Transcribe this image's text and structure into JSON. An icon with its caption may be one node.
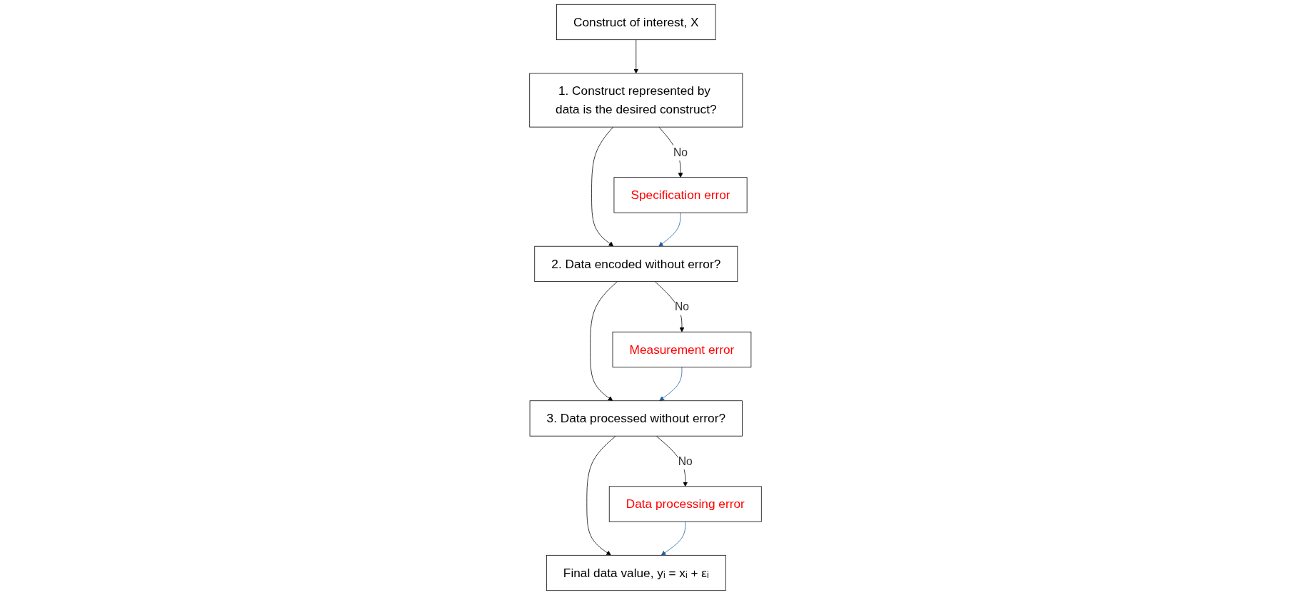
{
  "diagram": {
    "nodes": [
      {
        "text": [
          "Construct of interest, X"
        ]
      },
      {
        "text": [
          "1. Construct represented by data is the desired construct?"
        ]
      },
      {
        "text": [
          "Specification error"
        ]
      },
      {
        "text": [
          "2. Data encoded without error?"
        ]
      },
      {
        "text": [
          "Measurement error"
        ]
      },
      {
        "text": [
          "3. Data processed without error?"
        ]
      },
      {
        "text": [
          "Data processing error"
        ]
      },
      {
        "text": [
          "Final data value, yᵢ = xᵢ + εᵢ"
        ]
      }
    ],
    "edges": [
      {
        "from": 0,
        "to": 1,
        "arrow": "to"
      },
      {
        "from": 1,
        "to": 2,
        "label": "No",
        "arrow": "to"
      },
      {
        "from": 1,
        "to": 3,
        "arrow": "to"
      },
      {
        "from": 2,
        "to": 3,
        "arrow": "to",
        "color": "#1f5fa0"
      },
      {
        "from": 3,
        "to": 4,
        "label": "No",
        "arrow": "to"
      },
      {
        "from": 3,
        "to": 5,
        "arrow": "to"
      },
      {
        "from": 4,
        "to": 5,
        "arrow": "to",
        "color": "#1f5fa0"
      },
      {
        "from": 5,
        "to": 6,
        "label": "No",
        "arrow": "to"
      },
      {
        "from": 5,
        "to": 7,
        "arrow": "to"
      },
      {
        "from": 6,
        "to": 7,
        "arrow": "to",
        "color": "#1f5fa0"
      }
    ]
  }
}
